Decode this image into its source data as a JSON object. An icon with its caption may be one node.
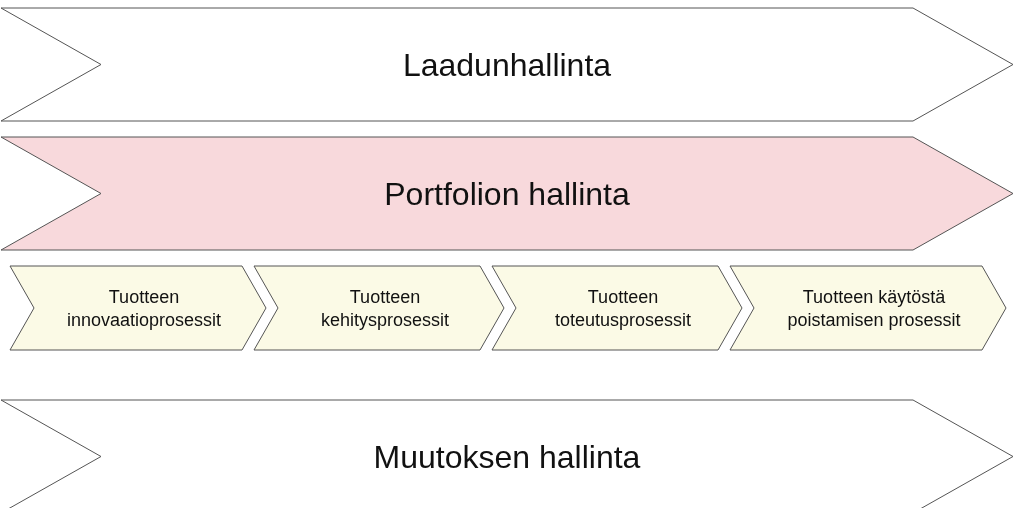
{
  "diagram": {
    "nodes": [
      {
        "text": [
          "Laadunhallinta"
        ]
      },
      {
        "text": [
          "Portfolion hallinta"
        ]
      },
      {
        "text": [
          "Tuotteen innovaatioprosessit"
        ]
      },
      {
        "text": [
          "Tuotteen kehitysprosessit"
        ]
      },
      {
        "text": [
          "Tuotteen toteutusprosessit"
        ]
      },
      {
        "text": [
          "Tuotteen käytöstä poistamisen prosessit"
        ]
      },
      {
        "text": [
          "Muutoksen hallinta"
        ]
      }
    ]
  }
}
